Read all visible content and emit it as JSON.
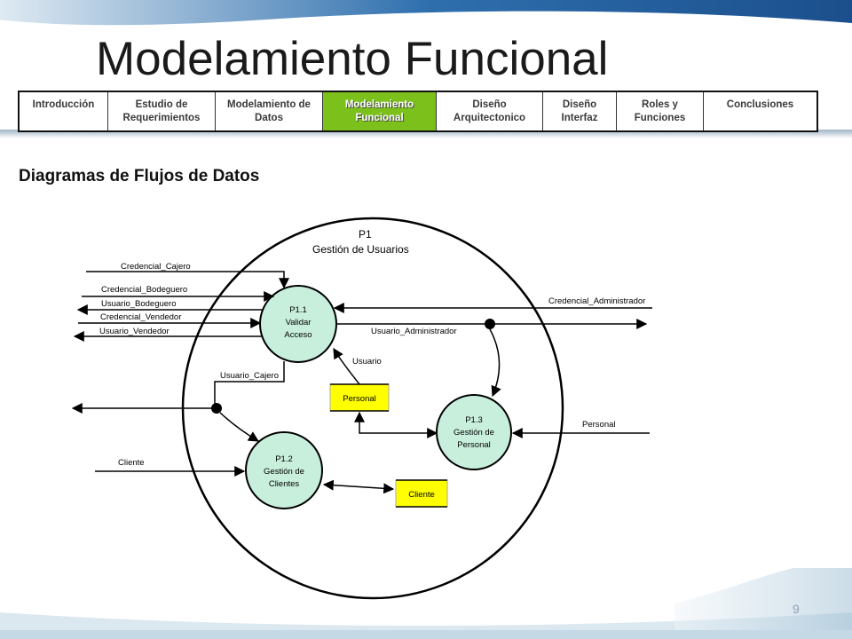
{
  "title": "Modelamiento Funcional",
  "nav": {
    "items": [
      {
        "label": "Introducción",
        "active": false
      },
      {
        "label": "Estudio de Requerimientos",
        "active": false
      },
      {
        "label": "Modelamiento de Datos",
        "active": false
      },
      {
        "label": "Modelamiento Funcional",
        "active": true
      },
      {
        "label": "Diseño Arquitectonico",
        "active": false
      },
      {
        "label": "Diseño Interfaz",
        "active": false
      },
      {
        "label": "Roles y Funciones",
        "active": false
      },
      {
        "label": "Conclusiones",
        "active": false
      }
    ]
  },
  "subheading": "Diagramas de Flujos de Datos",
  "diagram": {
    "container": {
      "id": "P1",
      "name": "Gestión de Usuarios"
    },
    "processes": {
      "p11": {
        "id": "P1.1",
        "line1": "Validar",
        "line2": "Acceso"
      },
      "p12": {
        "id": "P1.2",
        "line1": "Gestión de",
        "line2": "Clientes"
      },
      "p13": {
        "id": "P1.3",
        "line1": "Gestión de",
        "line2": "Personal"
      }
    },
    "stores": {
      "personal": "Personal",
      "cliente": "Cliente"
    },
    "flows": {
      "credencial_cajero": "Credencial_Cajero",
      "credencial_bodeguero": "Credencial_Bodeguero",
      "usuario_bodeguero": "Usuario_Bodeguero",
      "credencial_vendedor": "Credencial_Vendedor",
      "usuario_vendedor": "Usuario_Vendedor",
      "credencial_administrador": "Credencial_Administrador",
      "usuario_administrador": "Usuario_Administrador",
      "usuario": "Usuario",
      "usuario_cajero": "Usuario_Cajero",
      "personal_in": "Personal",
      "cliente_in": "Cliente"
    },
    "colors": {
      "process_fill": "#c8efdc",
      "store_fill": "#ffff00",
      "nav_active": "#7cc01c"
    }
  },
  "page_number": "9"
}
